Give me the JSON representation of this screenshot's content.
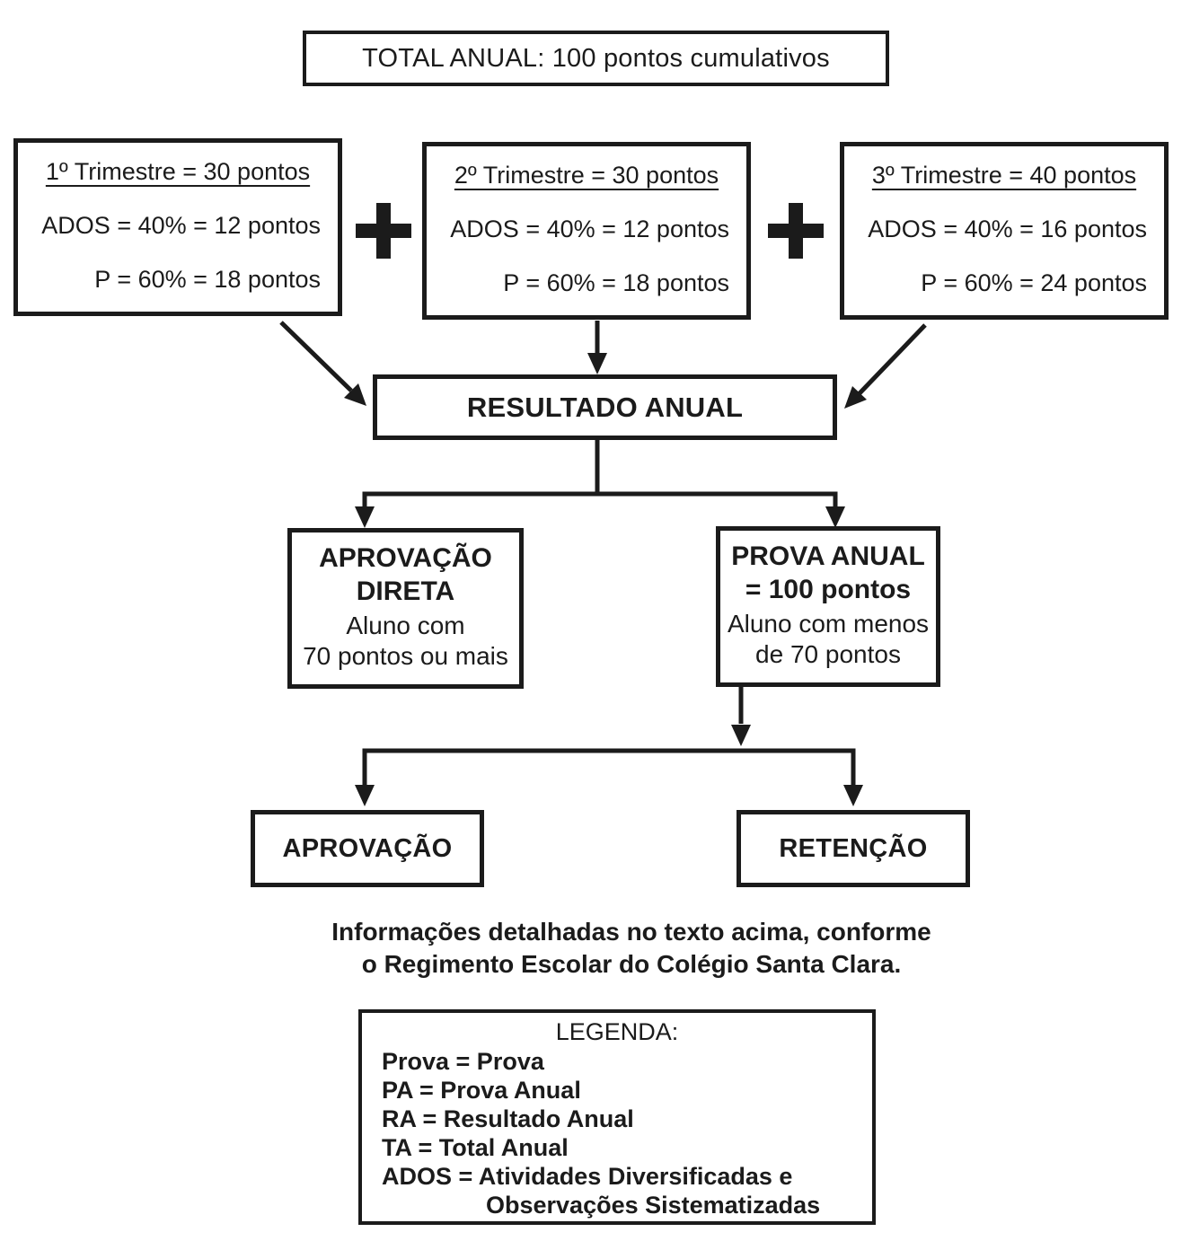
{
  "diagram": {
    "colors": {
      "ink": "#1b1b1b",
      "background": "#ffffff"
    },
    "plus_icon": "+",
    "total_box": {
      "label": "TOTAL ANUAL: 100 pontos cumulativos"
    },
    "trimesters": [
      {
        "title": "1º Trimestre = 30 pontos",
        "ados": "ADOS = 40% = 12 pontos",
        "p": "P = 60% = 18 pontos"
      },
      {
        "title": "2º Trimestre = 30 pontos",
        "ados": "ADOS = 40% = 12 pontos",
        "p": "P = 60% = 18 pontos"
      },
      {
        "title": "3º Trimestre = 40 pontos",
        "ados": "ADOS = 40% = 16 pontos",
        "p": "P = 60% = 24 pontos"
      }
    ],
    "resultado_box": {
      "label": "RESULTADO ANUAL"
    },
    "aprovacao_direta_box": {
      "title_line1": "APROVAÇÃO",
      "title_line2": "DIRETA",
      "body_line1": "Aluno com",
      "body_line2": "70 pontos ou mais"
    },
    "prova_anual_box": {
      "title_line1": "PROVA ANUAL",
      "title_line2": "= 100 pontos",
      "body_line1": "Aluno com menos",
      "body_line2": "de 70 pontos"
    },
    "aprovacao_box": {
      "label": "APROVAÇÃO"
    },
    "retencao_box": {
      "label": "RETENÇÃO"
    },
    "note": {
      "line1": "Informações detalhadas no texto acima, conforme",
      "line2": "o Regimento Escolar do Colégio Santa Clara."
    },
    "legend": {
      "title": "LEGENDA:",
      "entries": [
        "Prova = Prova",
        "PA = Prova Anual",
        "RA = Resultado Anual",
        "TA = Total Anual",
        "ADOS = Atividades Diversificadas e",
        "Observações Sistematizadas"
      ]
    }
  }
}
